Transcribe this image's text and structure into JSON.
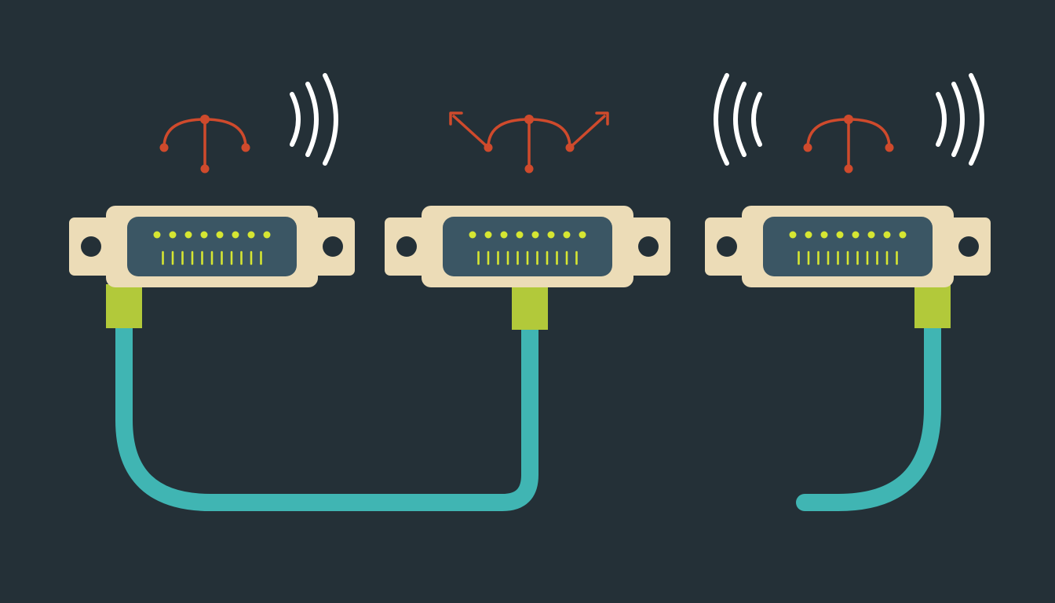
{
  "colors": {
    "background": "#243037",
    "connector_shell": "#ecdcb7",
    "connector_face": "#3b5664",
    "pin": "#d6e632",
    "strain_relief": "#b2c93a",
    "cable": "#40b5b3",
    "signal_symbol": "#cf4a2c",
    "wave": "#ffffff"
  },
  "connectors": [
    {
      "name": "connector-left",
      "symbol": "split-tree-icon",
      "waves": "right"
    },
    {
      "name": "connector-middle",
      "symbol": "branch-arrows-icon",
      "waves": "none"
    },
    {
      "name": "connector-right",
      "symbol": "split-tree-icon",
      "waves": "both"
    }
  ],
  "pins": {
    "top_row": 8,
    "bottom_row": 11
  },
  "cables": [
    {
      "name": "cable-loop-left-middle",
      "from": "connector-left",
      "to": "connector-middle"
    },
    {
      "name": "cable-open-right",
      "from": "connector-right",
      "to": "open-end"
    }
  ]
}
